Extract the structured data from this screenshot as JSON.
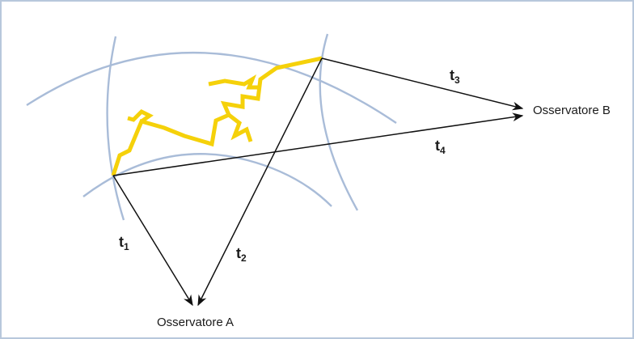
{
  "observers": {
    "a": "Osservatore A",
    "b": "Osservatore B"
  },
  "times": [
    {
      "main": "t",
      "sub": "1"
    },
    {
      "main": "t",
      "sub": "2"
    },
    {
      "main": "t",
      "sub": "3"
    },
    {
      "main": "t",
      "sub": "4"
    }
  ],
  "colors": {
    "lightning": "#f5d10a",
    "wavefront": "#a9bcd8",
    "frame": "#b8c8dc",
    "arrow": "#111111"
  }
}
